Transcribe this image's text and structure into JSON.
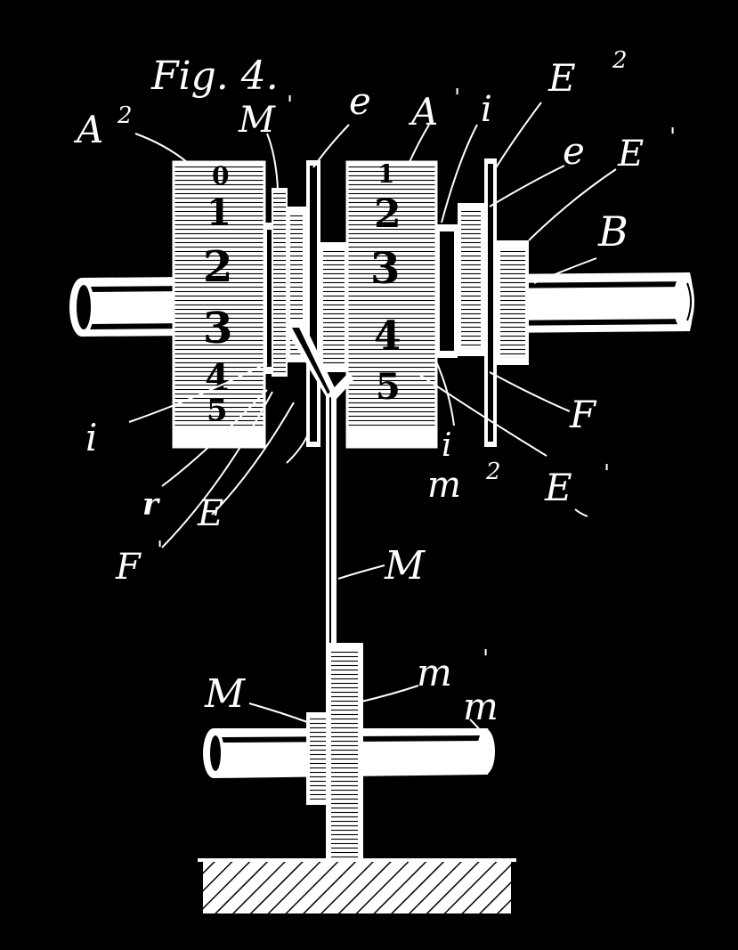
{
  "figure": {
    "title": "Fig. 4.",
    "foreground": "#ffffff",
    "background": "#000000"
  },
  "labels": {
    "A2": "A",
    "A2_sup": "2",
    "M1_top": "M",
    "M1_top_sup": "'",
    "e_top": "e",
    "A1": "A",
    "A1_sup": "'",
    "i_top": "i",
    "E2": "E",
    "E2_sup": "2",
    "e_right": "e",
    "E1_right": "E",
    "E1_right_sup": "'",
    "B": "B",
    "i_left": "i",
    "r": "r",
    "E_bottom": "E",
    "F1": "F",
    "F1_sup": "'",
    "m2": "m",
    "m2_sup": "2",
    "i_mid": "i",
    "F": "F",
    "E1_lower": "E",
    "E1_lower_sup": "'",
    "M_lever": "M",
    "M_lower": "M",
    "m1_lower": "m",
    "m1_lower_sup": "'",
    "m_shaft": "m"
  },
  "drum_left": {
    "digits": [
      "0",
      "1",
      "2",
      "3",
      "4",
      "5"
    ]
  },
  "drum_right": {
    "digits": [
      "1",
      "2",
      "3",
      "4",
      "5"
    ]
  }
}
